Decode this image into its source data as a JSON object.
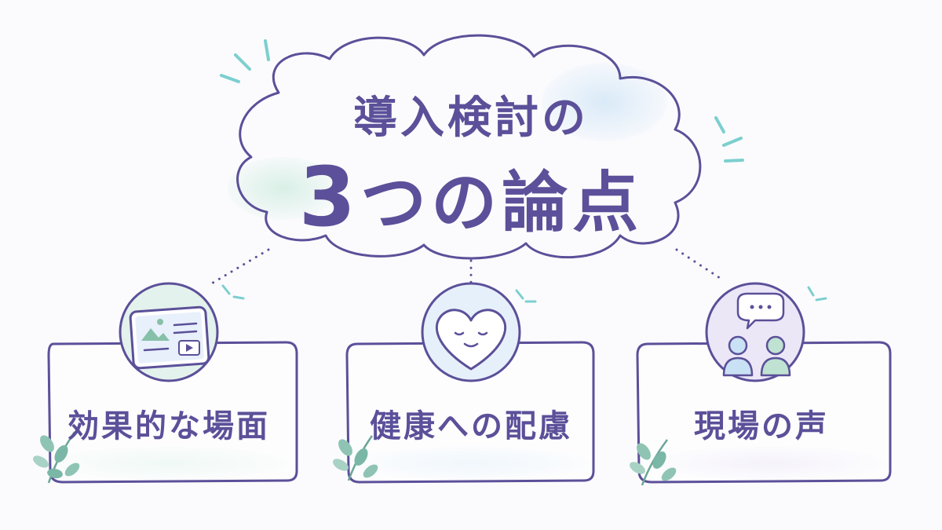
{
  "title": {
    "line1": "導入検討の",
    "line2_number": "3",
    "line2_rest": "つの論点"
  },
  "cards": [
    {
      "label": "効果的な場面",
      "icon": "tablet-icon"
    },
    {
      "label": "健康への配慮",
      "icon": "smiling-heart-icon"
    },
    {
      "label": "現場の声",
      "icon": "people-speech-icon"
    }
  ],
  "colors": {
    "ink": "#5b5099",
    "accent_teal": "#7ccfcf",
    "wash_green": "#d8efe6",
    "wash_blue": "#dbeaf7",
    "wash_purple": "#e6e0f4"
  }
}
